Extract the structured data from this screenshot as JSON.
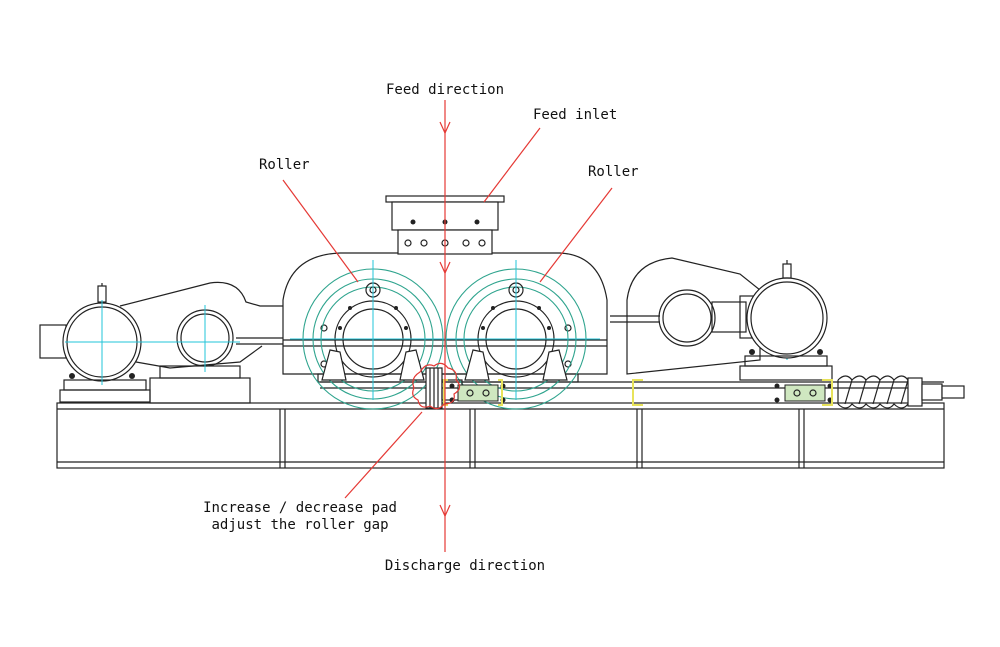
{
  "labels": {
    "feed_direction": "Feed direction",
    "feed_inlet": "Feed inlet",
    "roller_left": "Roller",
    "roller_right": "Roller",
    "pad_line1": "Increase / decrease pad",
    "pad_line2": "adjust the roller gap",
    "discharge_direction": "Discharge direction"
  },
  "colors": {
    "line_art": "#222222",
    "callout_lines": "#e53935",
    "centerlines": "#22c4d8",
    "roller_circles": "#2fa48e",
    "highlight_boxes": "#e8e35a",
    "bearing_blocks": "#cfe7c0"
  }
}
